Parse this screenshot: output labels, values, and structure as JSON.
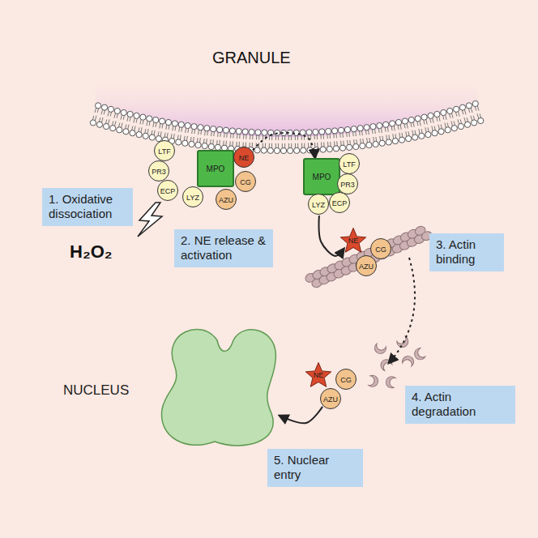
{
  "diagram": {
    "nodes": [
      {
        "text": [
          "LTF"
        ]
      },
      {
        "text": [
          "PR3"
        ]
      },
      {
        "text": [
          "ECP"
        ]
      },
      {
        "text": [
          "LYZ"
        ]
      },
      {
        "text": [
          "MPO"
        ]
      },
      {
        "text": [
          "NE"
        ]
      },
      {
        "text": [
          "CG"
        ]
      },
      {
        "text": [
          "AZU"
        ]
      },
      {
        "text": [
          "MPO"
        ]
      },
      {
        "text": [
          "LTF"
        ]
      },
      {
        "text": [
          "PR3"
        ]
      },
      {
        "text": [
          "LYZ"
        ]
      },
      {
        "text": [
          "ECP"
        ]
      },
      {
        "text": [
          "1. Oxidative dissociation"
        ]
      },
      {
        "text": [
          "2. NE release & activation"
        ]
      },
      {
        "text": [
          "3. Actin binding"
        ]
      },
      {
        "text": [
          "NE"
        ]
      },
      {
        "text": [
          "CG"
        ]
      },
      {
        "text": [
          "AZU"
        ]
      },
      {
        "text": [
          "4. Actin degradation"
        ]
      },
      {
        "text": [
          "NUCLEUS"
        ]
      },
      {
        "text": [
          "5. Nuclear entry"
        ]
      },
      {
        "text": [
          "NE"
        ]
      },
      {
        "text": [
          "CG"
        ]
      },
      {
        "text": [
          "AZU"
        ]
      }
    ],
    "edges": [
      {
        "from": 5,
        "to": 8,
        "arrow": "to"
      },
      {
        "from": 11,
        "to": 16,
        "arrow": "to"
      },
      {
        "from": 24,
        "to": 20,
        "arrow": "to"
      }
    ],
    "labels": [
      "GRANULE",
      "H₂O₂"
    ]
  }
}
